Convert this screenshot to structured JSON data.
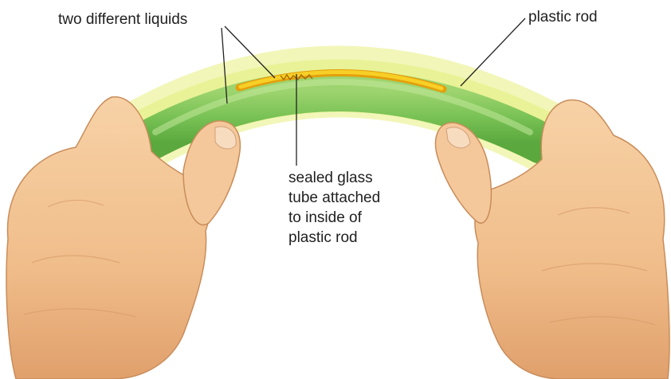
{
  "labels": {
    "two_liquids": "two different liquids",
    "plastic_rod": "plastic rod",
    "glass_tube": [
      "sealed glass",
      "tube attached",
      "to inside of",
      "plastic rod"
    ]
  },
  "colors": {
    "rod": "#7cc45a",
    "glow": "#e8ef8a",
    "tube": "#f2c21a",
    "skin": "#f3c393",
    "leader": "#222222"
  }
}
